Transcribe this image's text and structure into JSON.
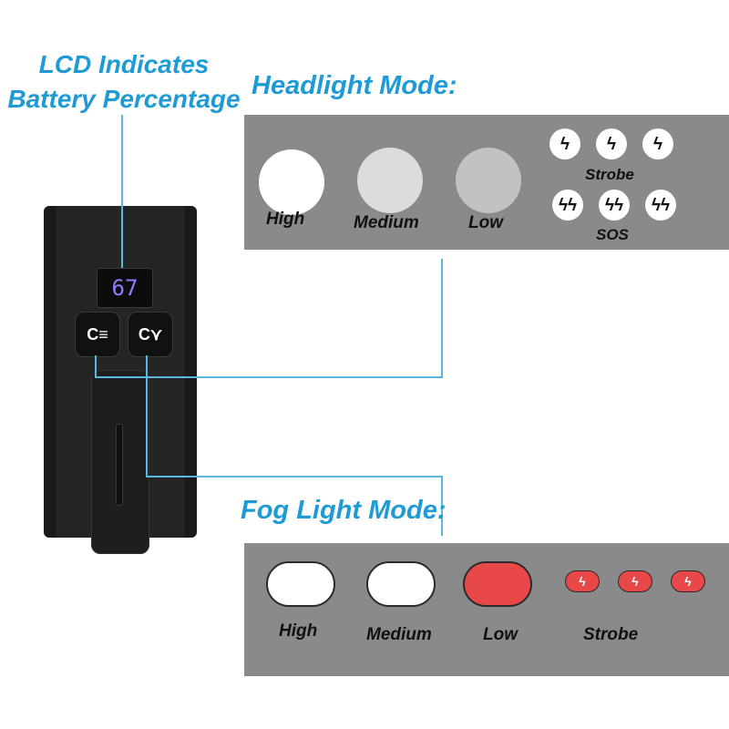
{
  "callout": {
    "line1": "LCD Indicates",
    "line2": "Battery Percentage"
  },
  "headlight": {
    "title": "Headlight Mode:",
    "high": "High",
    "medium": "Medium",
    "low": "Low",
    "strobe": "Strobe",
    "sos": "SOS"
  },
  "fog": {
    "title": "Fog Light Mode:",
    "high": "High",
    "medium": "Medium",
    "low": "Low",
    "strobe": "Strobe"
  },
  "device": {
    "lcd_value": "67"
  },
  "colors": {
    "accent_blue": "#1e9bd7",
    "panel_gray": "#8a8a8a",
    "fog_red": "#e84848",
    "lcd_digits": "#8f7dff"
  },
  "icons": {
    "strobe": "single-lightning-bolt-icon",
    "sos": "double-lightning-bolt-icon",
    "headlight_button": "headlight-mode-icon",
    "fog_button": "fog-light-mode-icon"
  }
}
